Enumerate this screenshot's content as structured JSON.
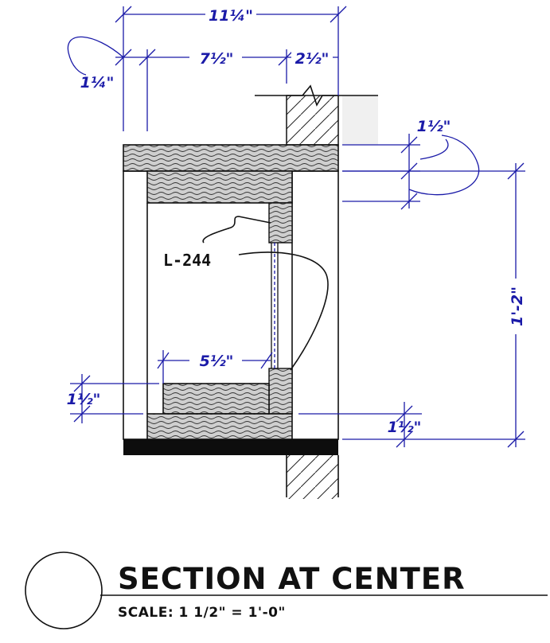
{
  "dimensions": {
    "overall_width": "11¼\"",
    "left_offset": "1¼\"",
    "inner_width": "7½\"",
    "wall_width": "2½\"",
    "top_board": "1½\"",
    "height": "1'-2\"",
    "sill_width": "5½\"",
    "sill_thickness": "1½\"",
    "bottom_board": "1½\""
  },
  "labels": {
    "part": "L-244"
  },
  "title_block": {
    "title": "SECTION AT CENTER",
    "scale": "SCALE: 1 1/2\" = 1'-0\""
  },
  "colors": {
    "dimension": "#1a1aa8",
    "linework": "#111111",
    "wood_fill": "#c9c9c9"
  }
}
